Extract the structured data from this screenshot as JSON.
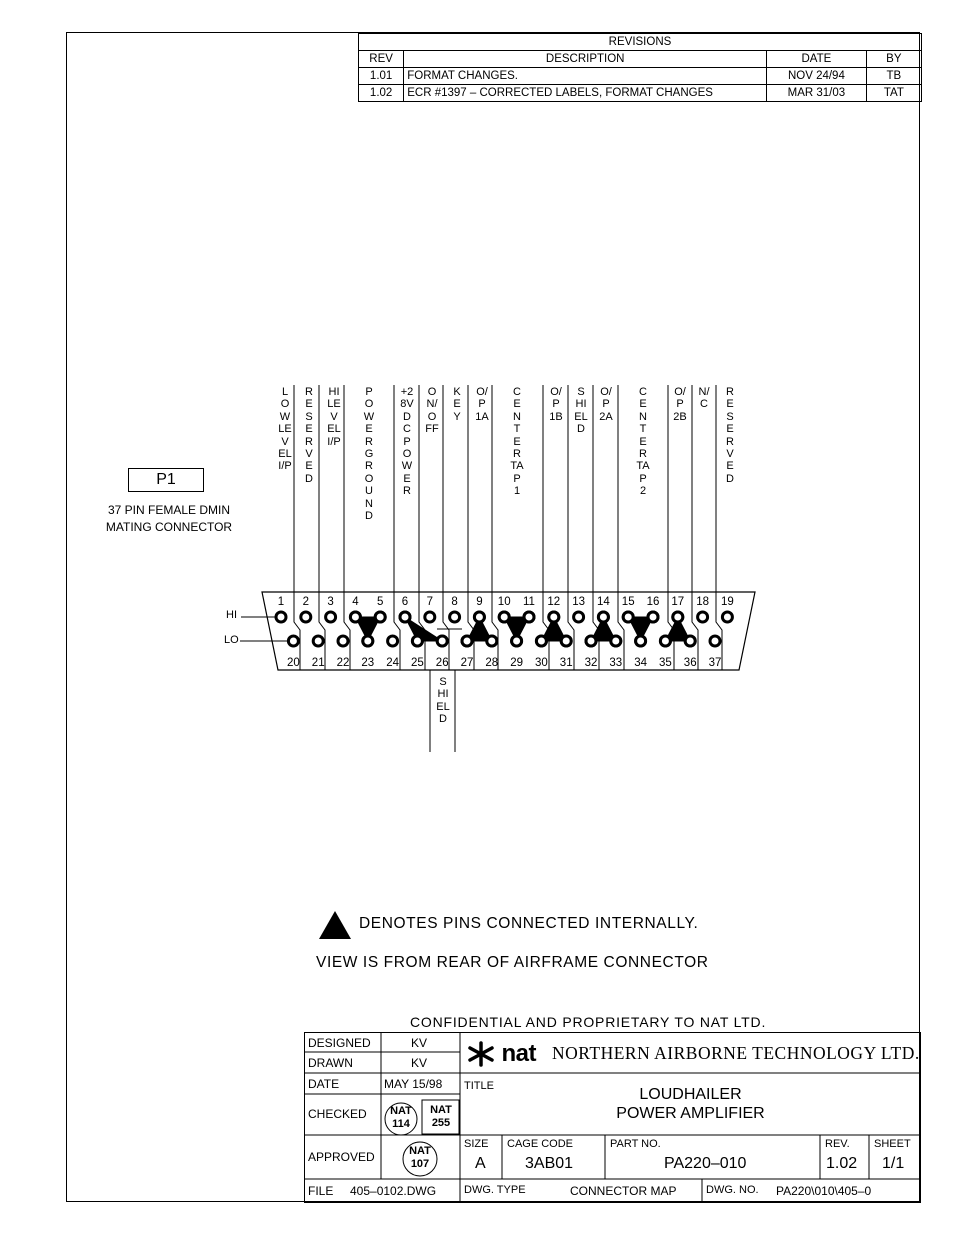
{
  "revisions": {
    "title": "REVISIONS",
    "headers": {
      "rev": "REV",
      "description": "DESCRIPTION",
      "date": "DATE",
      "by": "BY"
    },
    "rows": [
      {
        "rev": "1.01",
        "description": "FORMAT CHANGES.",
        "date": "NOV 24/94",
        "by": "TB"
      },
      {
        "rev": "1.02",
        "description": "ECR #1397 – CORRECTED LABELS, FORMAT CHANGES",
        "date": "MAR 31/03",
        "by": "TAT"
      }
    ]
  },
  "connector": {
    "name": "P1",
    "description_line1": "37 PIN FEMALE DMIN",
    "description_line2": "MATING CONNECTOR",
    "hi_label": "HI",
    "lo_label": "LO",
    "top_pins": [
      "1",
      "2",
      "3",
      "4",
      "5",
      "6",
      "7",
      "8",
      "9",
      "10",
      "11",
      "12",
      "13",
      "14",
      "15",
      "16",
      "17",
      "18",
      "19"
    ],
    "bottom_pins": [
      "20",
      "21",
      "22",
      "23",
      "24",
      "25",
      "26",
      "27",
      "28",
      "29",
      "30",
      "31",
      "32",
      "33",
      "34",
      "35",
      "36",
      "37"
    ],
    "signals": [
      {
        "text": "LOW LEVEL I/P"
      },
      {
        "text": "RESERVED"
      },
      {
        "text": "HI LEVEL I/P"
      },
      {
        "text": "POWER GROUND"
      },
      {
        "text": "+28VDC POWER"
      },
      {
        "text": "ON/OFF"
      },
      {
        "text": "KEY"
      },
      {
        "text": "O/P 1A"
      },
      {
        "text": "CENTER TAP 1"
      },
      {
        "text": "O/P 1B"
      },
      {
        "text": "SHIELD"
      },
      {
        "text": "O/P 2A"
      },
      {
        "text": "CENTER TAP 2"
      },
      {
        "text": "O/P 2B"
      },
      {
        "text": "N/C"
      },
      {
        "text": "RESERVED"
      }
    ],
    "bottom_signal": "SHIELD"
  },
  "notes": {
    "triangle_note": "DENOTES PINS CONNECTED INTERNALLY.",
    "view_note": "VIEW IS FROM REAR OF AIRFRAME CONNECTOR",
    "confidential": "CONFIDENTIAL AND PROPRIETARY TO NAT LTD."
  },
  "title_block": {
    "designed_label": "DESIGNED",
    "designed_value": "KV",
    "drawn_label": "DRAWN",
    "drawn_value": "KV",
    "date_label": "DATE",
    "date_value": "MAY 15/98",
    "checked_label": "CHECKED",
    "approved_label": "APPROVED",
    "stamp_114_top": "NAT",
    "stamp_114_bottom": "114",
    "stamp_255_top": "NAT",
    "stamp_255_bottom": "255",
    "stamp_107_top": "NAT",
    "stamp_107_bottom": "107",
    "logo_text": "nat",
    "company": "NORTHERN AIRBORNE TECHNOLOGY LTD.",
    "title_label": "TITLE",
    "title_line1": "LOUDHAILER",
    "title_line2": "POWER AMPLIFIER",
    "size_label": "SIZE",
    "size_value": "A",
    "cage_label": "CAGE CODE",
    "cage_value": "3AB01",
    "part_label": "PART NO.",
    "part_value": "PA220–010",
    "rev_label": "REV.",
    "rev_value": "1.02",
    "sheet_label": "SHEET",
    "sheet_value": "1/1",
    "file_label": "FILE",
    "file_value": "405–0102.DWG",
    "dwg_type_label": "DWG. TYPE",
    "dwg_type_value": "CONNECTOR MAP",
    "dwg_no_label": "DWG. NO.",
    "dwg_no_value": "PA220\\010\\405–0"
  }
}
